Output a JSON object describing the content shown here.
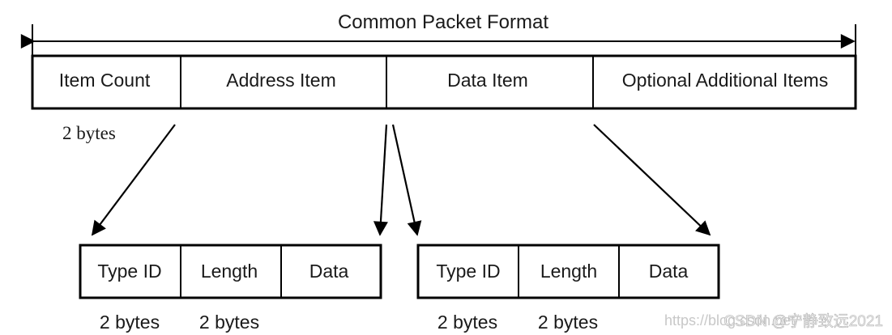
{
  "diagram": {
    "title": "Common Packet Format",
    "top_fields": [
      "Item Count",
      "Address Item",
      "Data Item",
      "Optional Additional Items"
    ],
    "top_size": "2 bytes",
    "sub_left": {
      "fields": [
        "Type ID",
        "Length",
        "Data"
      ],
      "sizes": [
        "2 bytes",
        "2 bytes"
      ]
    },
    "sub_right": {
      "fields": [
        "Type ID",
        "Length",
        "Data"
      ],
      "sizes": [
        "2 bytes",
        "2 bytes"
      ]
    }
  },
  "watermark": {
    "faint": "https://blog.csdn.net/",
    "text": "CSDN @宁静致远2021"
  }
}
